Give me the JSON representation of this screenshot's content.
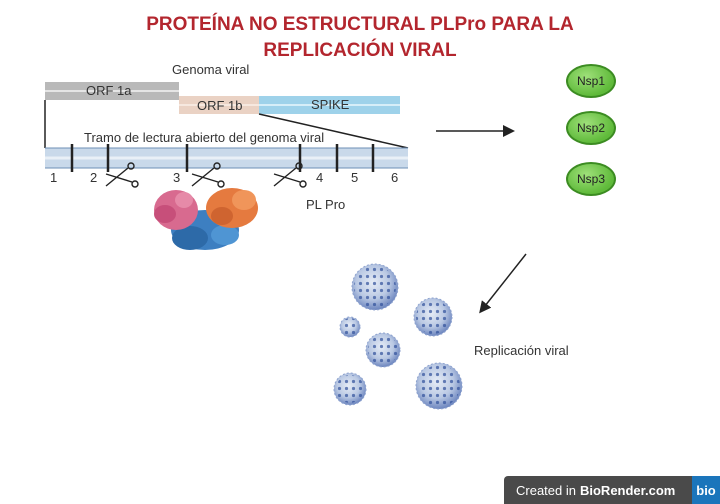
{
  "title": {
    "line1": "PROTEÍNA NO ESTRUCTURAL PLPro PARA LA",
    "line2": "REPLICACIÓN VIRAL"
  },
  "genome": {
    "label": "Genoma viral",
    "orf1a": "ORF 1a",
    "orf1b": "ORF 1b",
    "spike": "SPIKE"
  },
  "reading_frame": {
    "label": "Tramo de lectura abierto del genoma viral",
    "sites": [
      "1",
      "2",
      "3",
      "4",
      "5",
      "6"
    ]
  },
  "enzyme": {
    "label": "PL Pro"
  },
  "products": [
    "Nsp1",
    "Nsp2",
    "Nsp3"
  ],
  "replication": {
    "label": "Replicación viral"
  },
  "footer": {
    "created_in": "Created in",
    "brand": "BioRender.com",
    "badge": "bio"
  },
  "colors": {
    "title": "#b3262e",
    "orf1a": "#b9b9b9",
    "orf1b": "#e8cfc0",
    "spike": "#9ed2ea",
    "strand": "#c9d9ea",
    "nsp": "#6cc24a",
    "virus": "#3f5fa8"
  }
}
